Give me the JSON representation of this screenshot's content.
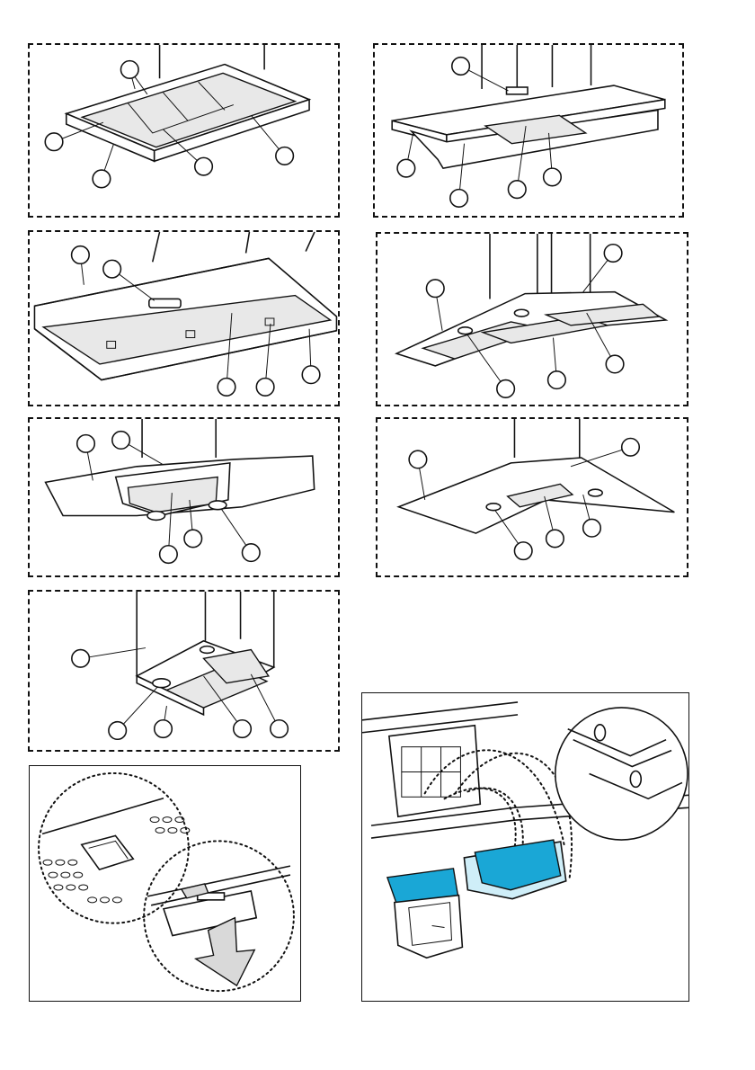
{
  "figure": {
    "panels": [
      {
        "id": "hood-1",
        "callouts": 5
      },
      {
        "id": "hood-2",
        "callouts": 5
      },
      {
        "id": "hood-3",
        "callouts": 5
      },
      {
        "id": "hood-4",
        "callouts": 5
      },
      {
        "id": "hood-5",
        "callouts": 5
      },
      {
        "id": "hood-6",
        "callouts": 5
      },
      {
        "id": "hood-7",
        "callouts": 5
      },
      {
        "id": "filter-release-detail"
      },
      {
        "id": "filter-assembly-detail"
      }
    ],
    "colors": {
      "line": "#111111",
      "filter_fill": "#1aa7d6",
      "filter_light": "#cfeef8",
      "arrow_fill": "#d9d9d9"
    }
  }
}
